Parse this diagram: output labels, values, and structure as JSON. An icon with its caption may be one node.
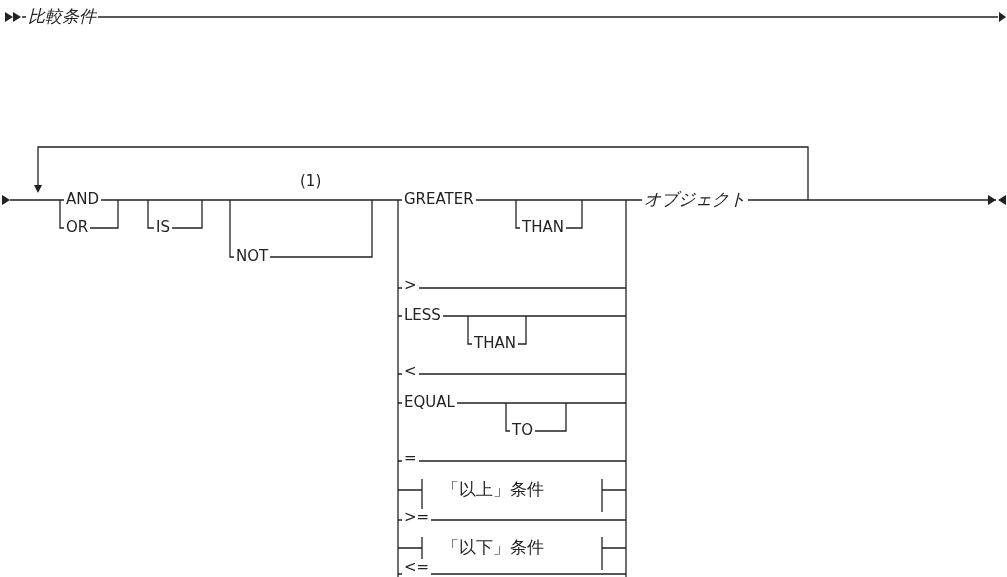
{
  "diagram": {
    "labels": [
      "比較条件",
      "AND",
      "OR",
      "IS",
      "(1)",
      "NOT",
      "GREATER",
      "THAN",
      ">",
      "LESS",
      "THAN",
      "<",
      "EQUAL",
      "TO",
      "=",
      "「以上」条件",
      ">=",
      "「以下」条件",
      "<=",
      "オブジェクト"
    ]
  }
}
